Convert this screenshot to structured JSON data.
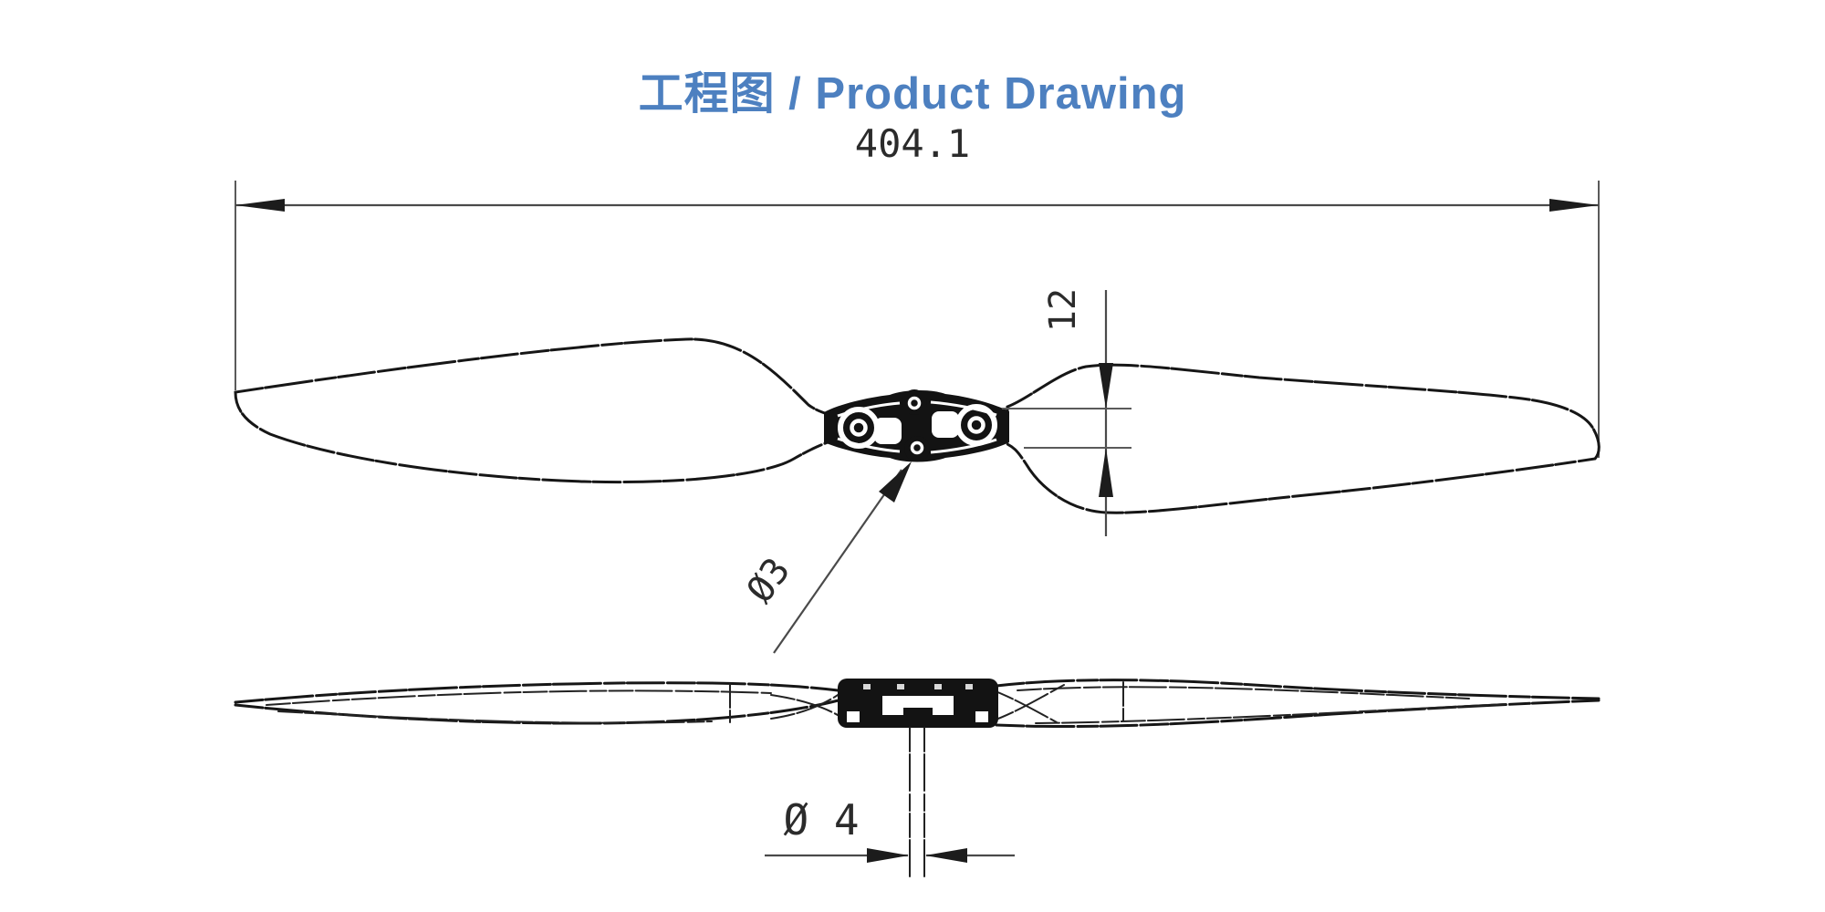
{
  "page": {
    "title": "工程图 / Product Drawing"
  },
  "colors": {
    "title": "#4d80c0",
    "drawing_line": "#161616",
    "dimension_line": "#4a4a4a",
    "background": "#ffffff"
  },
  "drawing": {
    "type": "engineering-drawing",
    "subject": "two-blade propeller, top view and side view",
    "dimensions": {
      "overall_length": "404.1",
      "hub_height": "12",
      "hole_diameter": "Ø3",
      "shaft_diameter": "Ø 4"
    }
  }
}
